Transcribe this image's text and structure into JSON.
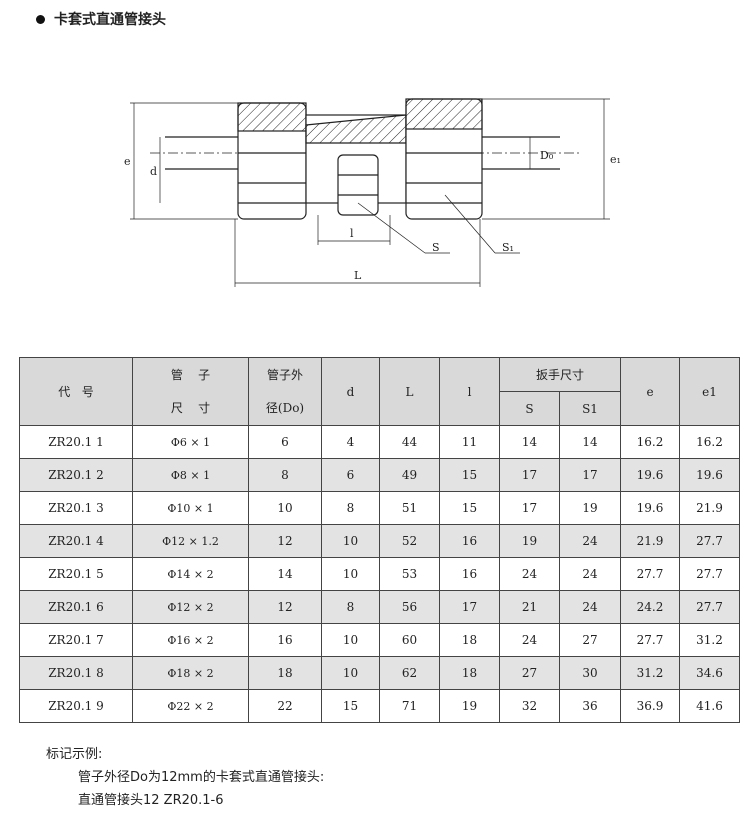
{
  "heading": "卡套式直通管接头",
  "drawing_labels": {
    "e": "e",
    "d": "d",
    "D0": "D₀",
    "e1": "e₁",
    "l": "l",
    "L": "L",
    "S": "S",
    "S1": "S₁"
  },
  "table": {
    "header": {
      "code_a": "代",
      "code_b": "号",
      "pipe_a": "管",
      "pipe_b": "子",
      "pipe_c": "尺",
      "pipe_d": "寸",
      "od_a": "管子外",
      "od_b": "径(Do)",
      "d": "d",
      "L": "L",
      "l": "l",
      "wrench": "扳手尺寸",
      "S": "S",
      "S1": "S1",
      "e": "e",
      "e1": "e1"
    },
    "rows": [
      {
        "code": "ZR20.1  1",
        "size": "Φ6 × 1",
        "od": "6",
        "d": "4",
        "L": "44",
        "l": "11",
        "S": "14",
        "S1": "14",
        "e": "16.2",
        "e1": "16.2"
      },
      {
        "code": "ZR20.1  2",
        "size": "Φ8 × 1",
        "od": "8",
        "d": "6",
        "L": "49",
        "l": "15",
        "S": "17",
        "S1": "17",
        "e": "19.6",
        "e1": "19.6"
      },
      {
        "code": "ZR20.1  3",
        "size": "Φ10 × 1",
        "od": "10",
        "d": "8",
        "L": "51",
        "l": "15",
        "S": "17",
        "S1": "19",
        "e": "19.6",
        "e1": "21.9"
      },
      {
        "code": "ZR20.1  4",
        "size": "Φ12 × 1.2",
        "od": "12",
        "d": "10",
        "L": "52",
        "l": "16",
        "S": "19",
        "S1": "24",
        "e": "21.9",
        "e1": "27.7"
      },
      {
        "code": "ZR20.1  5",
        "size": "Φ14 × 2",
        "od": "14",
        "d": "10",
        "L": "53",
        "l": "16",
        "S": "24",
        "S1": "24",
        "e": "27.7",
        "e1": "27.7"
      },
      {
        "code": "ZR20.1  6",
        "size": "Φ12 × 2",
        "od": "12",
        "d": "8",
        "L": "56",
        "l": "17",
        "S": "21",
        "S1": "24",
        "e": "24.2",
        "e1": "27.7"
      },
      {
        "code": "ZR20.1  7",
        "size": "Φ16 × 2",
        "od": "16",
        "d": "10",
        "L": "60",
        "l": "18",
        "S": "24",
        "S1": "27",
        "e": "27.7",
        "e1": "31.2"
      },
      {
        "code": "ZR20.1  8",
        "size": "Φ18 × 2",
        "od": "18",
        "d": "10",
        "L": "62",
        "l": "18",
        "S": "27",
        "S1": "30",
        "e": "31.2",
        "e1": "34.6"
      },
      {
        "code": "ZR20.1  9",
        "size": "Φ22 × 2",
        "od": "22",
        "d": "15",
        "L": "71",
        "l": "19",
        "S": "32",
        "S1": "36",
        "e": "36.9",
        "e1": "41.6"
      }
    ]
  },
  "note": {
    "title": "标记示例:",
    "line1": "管子外径Do为12mm的卡套式直通管接头:",
    "line2": "直通管接头12   ZR20.1-6"
  }
}
